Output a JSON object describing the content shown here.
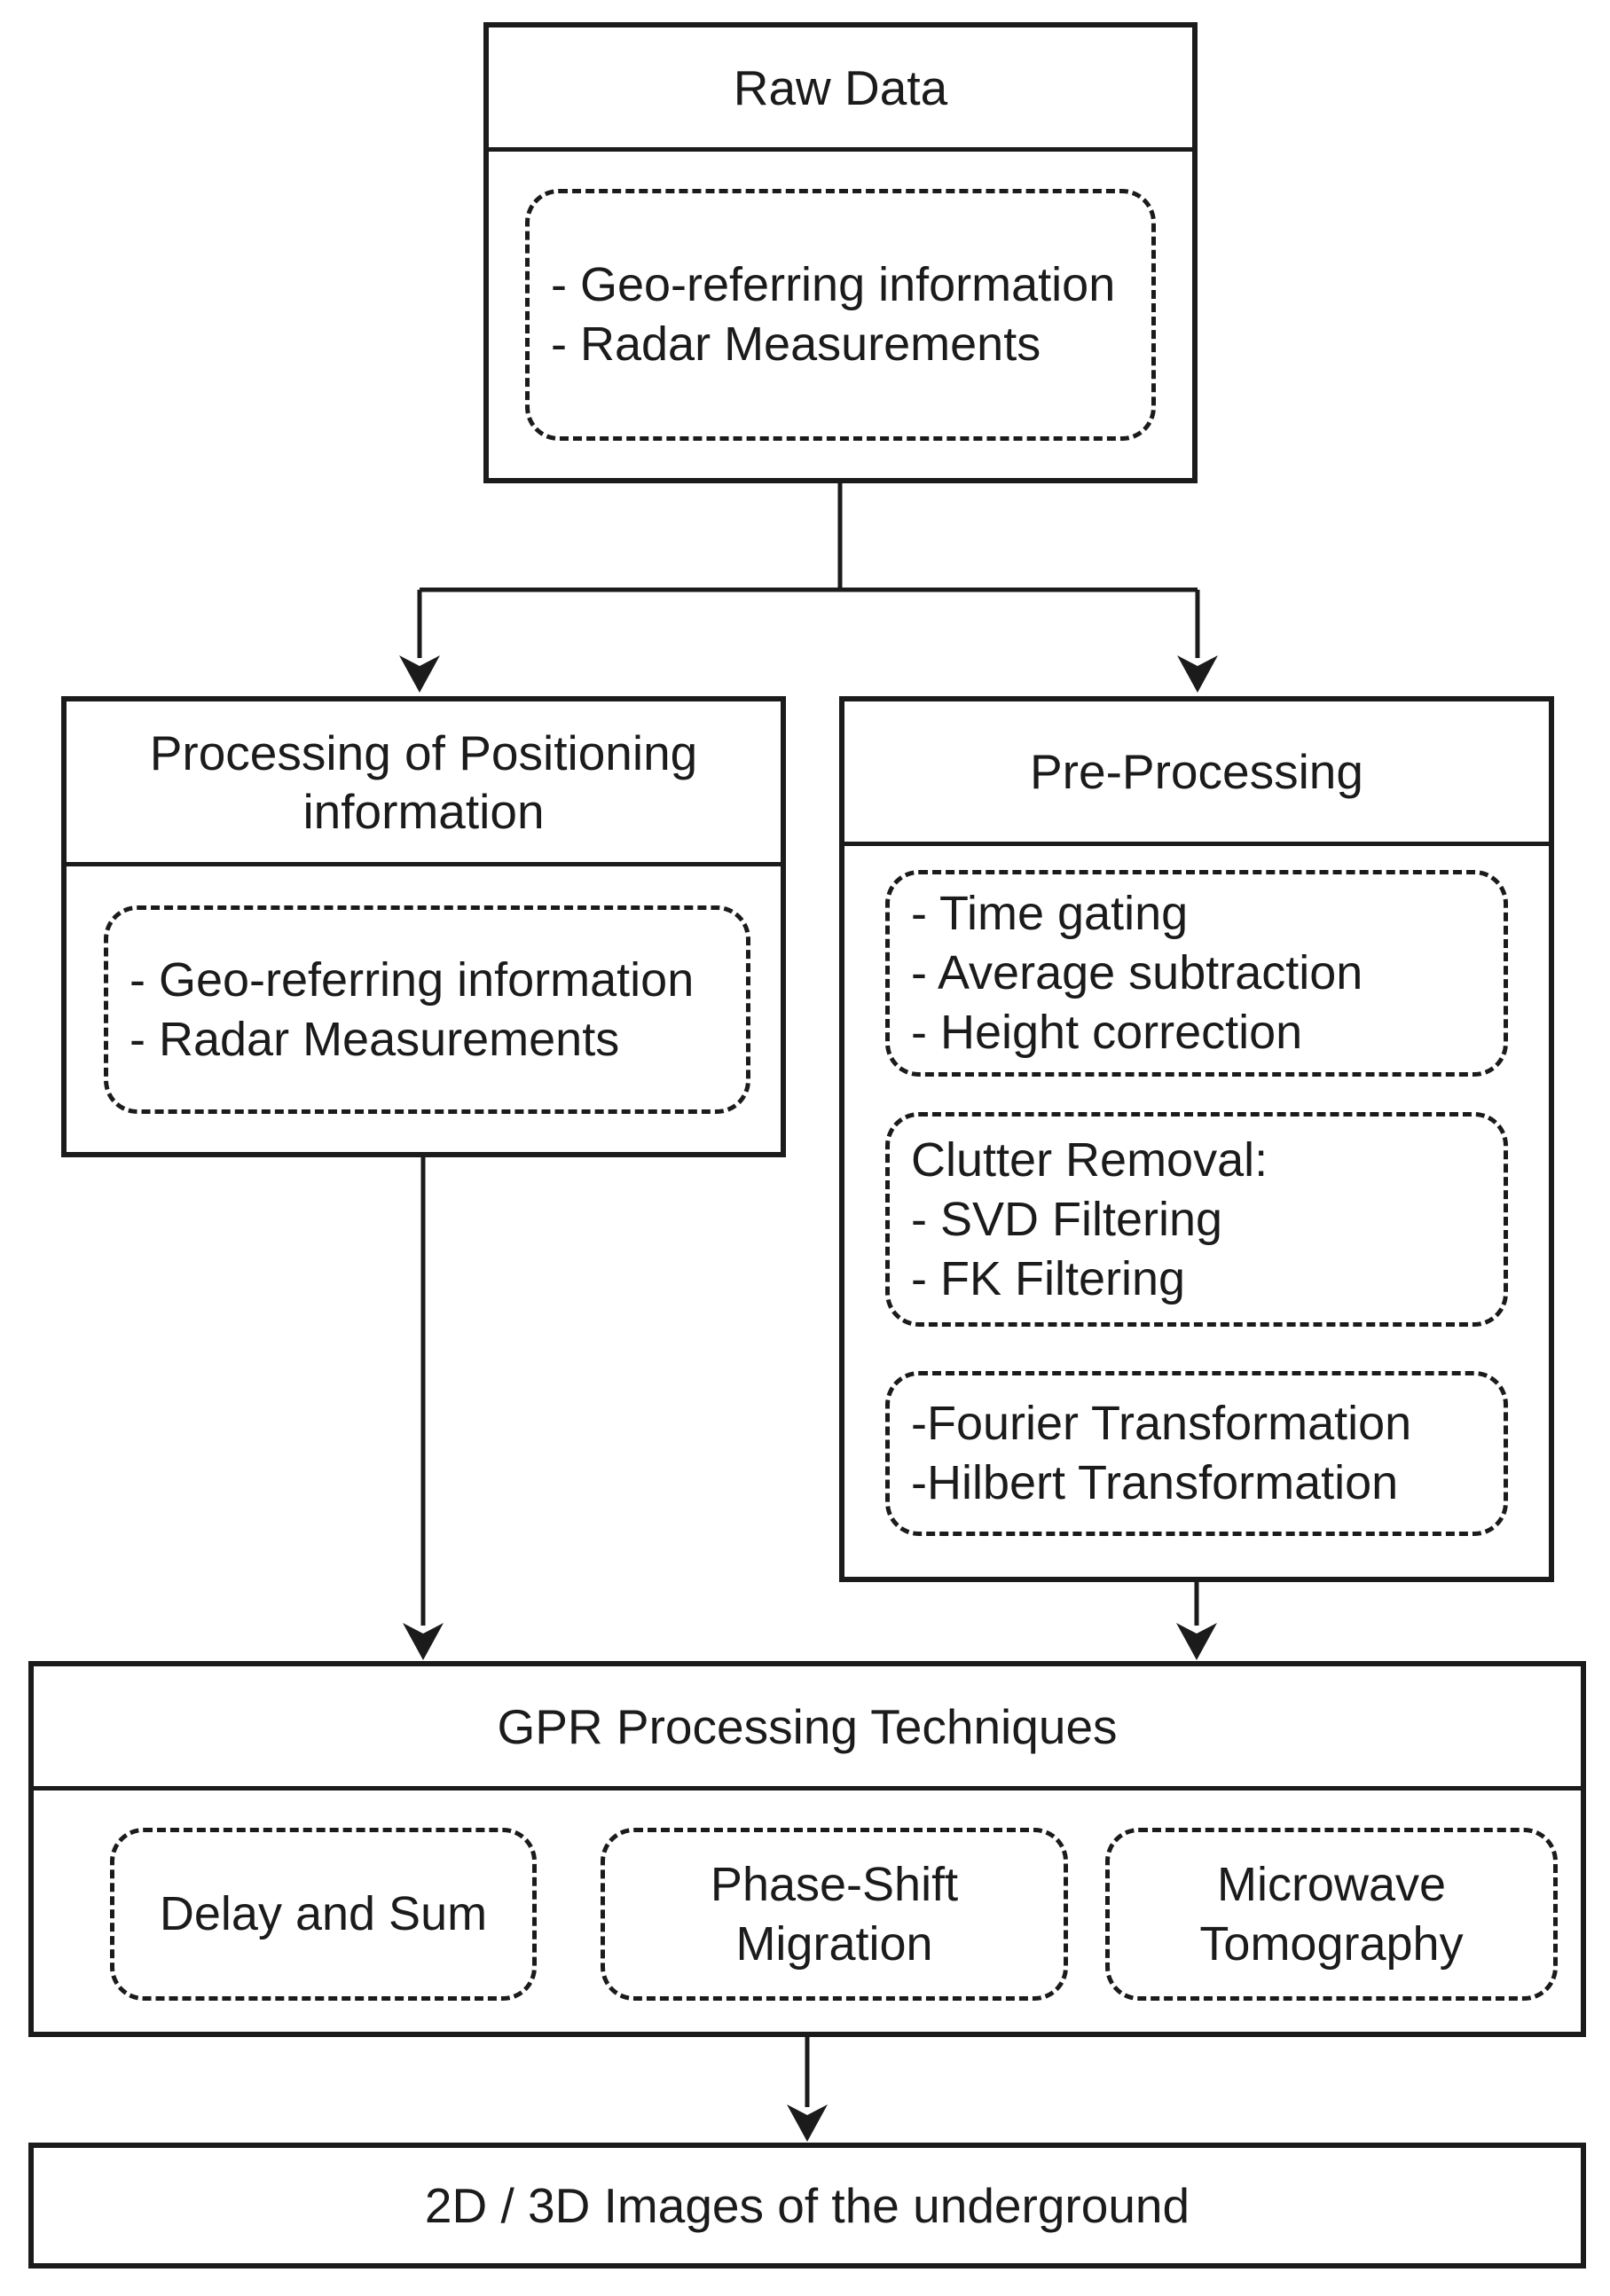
{
  "nodes": {
    "raw_data": {
      "title": "Raw Data",
      "items": [
        "- Geo-referring information",
        "- Radar Measurements"
      ]
    },
    "positioning": {
      "title": "Processing of Positioning information",
      "items": [
        "- Geo-referring information",
        "- Radar Measurements"
      ]
    },
    "preprocessing": {
      "title": "Pre-Processing",
      "groups": [
        {
          "lines": [
            "- Time gating",
            "- Average subtraction",
            "- Height correction"
          ]
        },
        {
          "lines": [
            "Clutter Removal:",
            "- SVD Filtering",
            "- FK Filtering"
          ]
        },
        {
          "lines": [
            "-Fourier Transformation",
            "-Hilbert Transformation"
          ]
        }
      ]
    },
    "gpr": {
      "title": "GPR Processing Techniques",
      "techniques": [
        "Delay and Sum",
        "Phase-Shift Migration",
        "Microwave Tomography"
      ]
    },
    "output": {
      "title": "2D / 3D Images of the underground"
    }
  },
  "colors": {
    "ink": "#1b1b1b",
    "background": "#ffffff"
  }
}
